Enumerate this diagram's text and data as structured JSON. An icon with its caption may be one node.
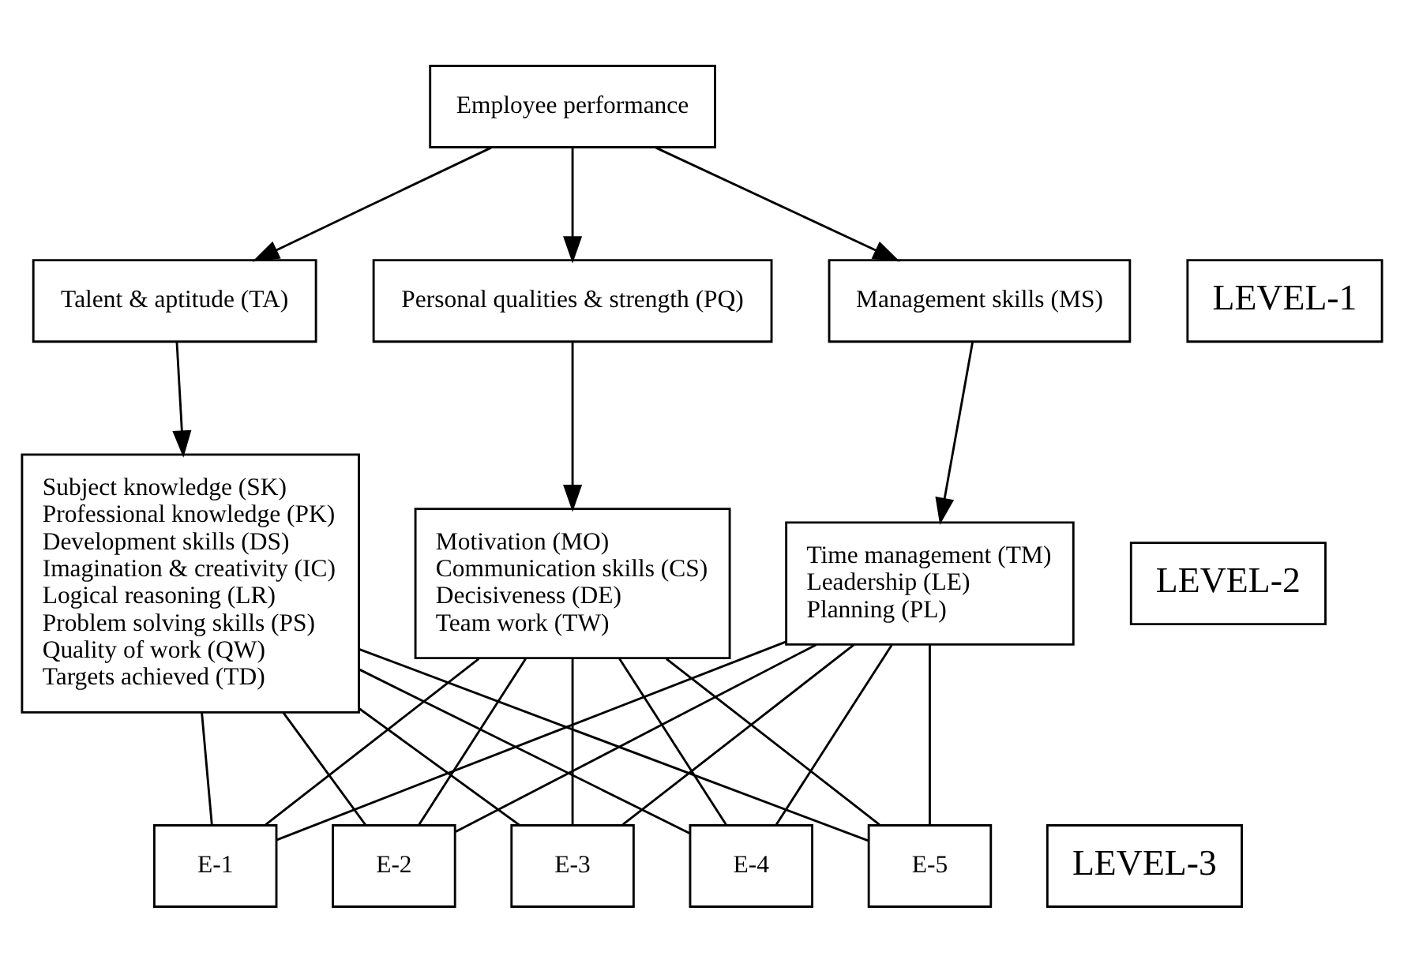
{
  "diagram": {
    "nodes": [
      {
        "text": [
          "Employee performance"
        ]
      },
      {
        "text": [
          "LEVEL-1"
        ]
      },
      {
        "text": [
          "Talent & aptitude (TA)"
        ]
      },
      {
        "text": [
          "Personal qualities & strength (PQ)"
        ]
      },
      {
        "text": [
          "Management skills (MS)"
        ]
      },
      {
        "text": [
          "Subject knowledge (SK)",
          "Professional knowledge (PK)",
          "Development skills (DS)",
          "Imagination & creativity (IC)",
          "Logical reasoning (LR)",
          "Problem solving skills (PS)",
          "Quality of work (QW)",
          "Targets achieved (TD)"
        ]
      },
      {
        "text": [
          "Motivation (MO)",
          "Communication skills (CS)",
          "Decisiveness (DE)",
          "Team work (TW)"
        ]
      },
      {
        "text": [
          "Time management (TM)",
          "Leadership (LE)",
          "Planning (PL)"
        ]
      },
      {
        "text": [
          "LEVEL-2"
        ]
      },
      {
        "text": [
          "E-1"
        ]
      },
      {
        "text": [
          "E-2"
        ]
      },
      {
        "text": [
          "E-3"
        ]
      },
      {
        "text": [
          "E-4"
        ]
      },
      {
        "text": [
          "E-5"
        ]
      },
      {
        "text": [
          "LEVEL-3"
        ]
      }
    ],
    "edges": [
      {
        "from": 0,
        "to": 2,
        "arrow": "to"
      },
      {
        "from": 0,
        "to": 3,
        "arrow": "to"
      },
      {
        "from": 0,
        "to": 4,
        "arrow": "to"
      },
      {
        "from": 2,
        "to": 5,
        "arrow": "to"
      },
      {
        "from": 3,
        "to": 6,
        "arrow": "to"
      },
      {
        "from": 4,
        "to": 7,
        "arrow": "to"
      },
      {
        "from": 5,
        "to": 9,
        "arrow": "none"
      },
      {
        "from": 5,
        "to": 10,
        "arrow": "none"
      },
      {
        "from": 5,
        "to": 11,
        "arrow": "none"
      },
      {
        "from": 5,
        "to": 12,
        "arrow": "none"
      },
      {
        "from": 5,
        "to": 13,
        "arrow": "none"
      },
      {
        "from": 6,
        "to": 9,
        "arrow": "none"
      },
      {
        "from": 6,
        "to": 10,
        "arrow": "none"
      },
      {
        "from": 6,
        "to": 11,
        "arrow": "none"
      },
      {
        "from": 6,
        "to": 12,
        "arrow": "none"
      },
      {
        "from": 6,
        "to": 13,
        "arrow": "none"
      },
      {
        "from": 7,
        "to": 9,
        "arrow": "none"
      },
      {
        "from": 7,
        "to": 10,
        "arrow": "none"
      },
      {
        "from": 7,
        "to": 11,
        "arrow": "none"
      },
      {
        "from": 7,
        "to": 12,
        "arrow": "none"
      },
      {
        "from": 7,
        "to": 13,
        "arrow": "none"
      }
    ]
  }
}
